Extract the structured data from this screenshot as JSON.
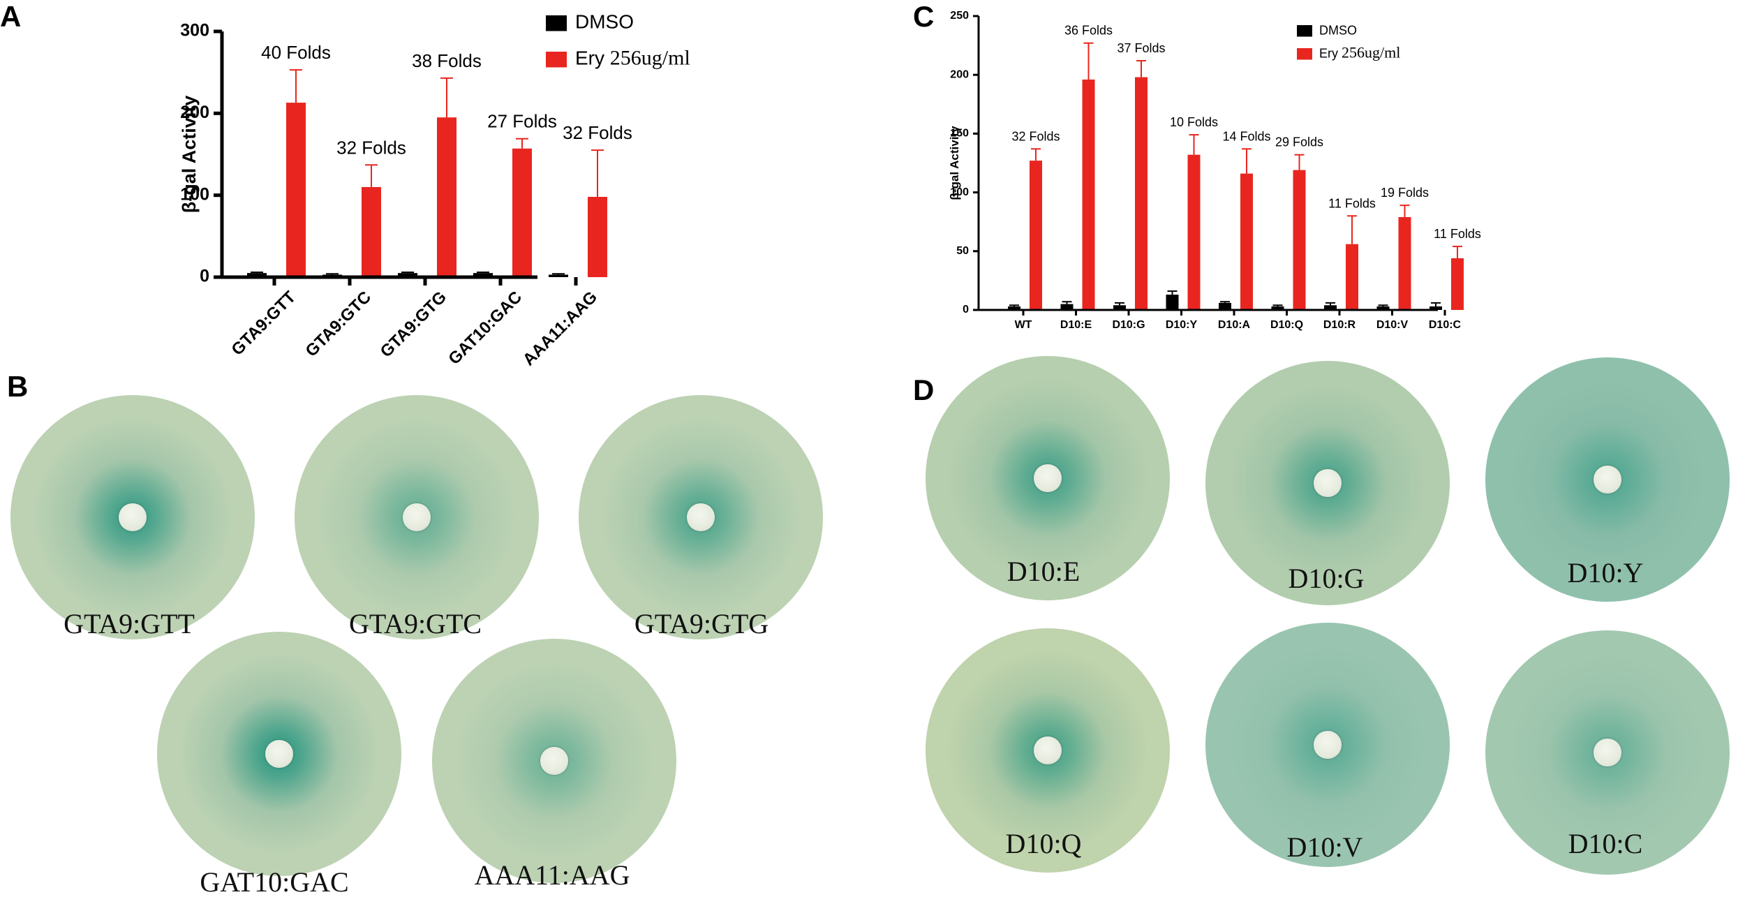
{
  "panels": {
    "a": "A",
    "b": "B",
    "c": "C",
    "d": "D"
  },
  "colors": {
    "dmso": "#000000",
    "ery": "#e8261f"
  },
  "chart_data": [
    {
      "type": "bar",
      "ylabel": "β-gal Activity",
      "ylim": [
        0,
        300
      ],
      "yticks": [
        "0",
        "100",
        "200",
        "300"
      ],
      "categories": [
        "GTA9:GTT",
        "GTA9:GTC",
        "GTA9:GTG",
        "GAT10:GAC",
        "AAA11:AAG"
      ],
      "legend": {
        "dmso": "DMSO",
        "ery_name": "Ery",
        "ery_conc": "256ug/ml",
        "placement": "top-right"
      },
      "series": [
        {
          "name": "DMSO",
          "values": [
            5,
            3,
            5,
            5,
            3
          ],
          "errors": [
            1,
            1,
            1,
            1,
            1
          ]
        },
        {
          "name": "Ery 256ug/ml",
          "values": [
            213,
            110,
            195,
            157,
            98
          ],
          "errors": [
            40,
            27,
            48,
            12,
            57
          ]
        }
      ],
      "annotations": [
        "40 Folds",
        "32 Folds",
        "38 Folds",
        "27 Folds",
        "32 Folds"
      ]
    },
    {
      "type": "bar",
      "ylabel": "β-gal Activity",
      "ylim": [
        0,
        250
      ],
      "yticks": [
        "0",
        "50",
        "100",
        "150",
        "200",
        "250"
      ],
      "categories": [
        "WT",
        "D10:E",
        "D10:G",
        "D10:Y",
        "D10:A",
        "D10:Q",
        "D10:R",
        "D10:V",
        "D10:C"
      ],
      "legend": {
        "dmso": "DMSO",
        "ery_name": "Ery",
        "ery_conc": "256ug/ml",
        "placement": "top-right"
      },
      "series": [
        {
          "name": "DMSO",
          "values": [
            3,
            5,
            4,
            13,
            6,
            3,
            4,
            3,
            3
          ],
          "errors": [
            1,
            2,
            2,
            3,
            1,
            1,
            2,
            1,
            3
          ]
        },
        {
          "name": "Ery 256ug/ml",
          "values": [
            127,
            196,
            198,
            132,
            116,
            119,
            56,
            79,
            44
          ],
          "errors": [
            10,
            31,
            14,
            17,
            21,
            13,
            24,
            10,
            10
          ]
        }
      ],
      "annotations": [
        "32 Folds",
        "36 Folds",
        "37 Folds",
        "10 Folds",
        "14 Folds",
        "29 Folds",
        "11 Folds",
        "19 Folds",
        "11 Folds"
      ]
    }
  ],
  "plates_b": [
    "GTA9:GTT",
    "GTA9:GTC",
    "GTA9:GTG",
    "GAT10:GAC",
    "AAA11:AAG"
  ],
  "plates_d": [
    "D10:E",
    "D10:G",
    "D10:Y",
    "D10:Q",
    "D10:V",
    "D10:C"
  ]
}
